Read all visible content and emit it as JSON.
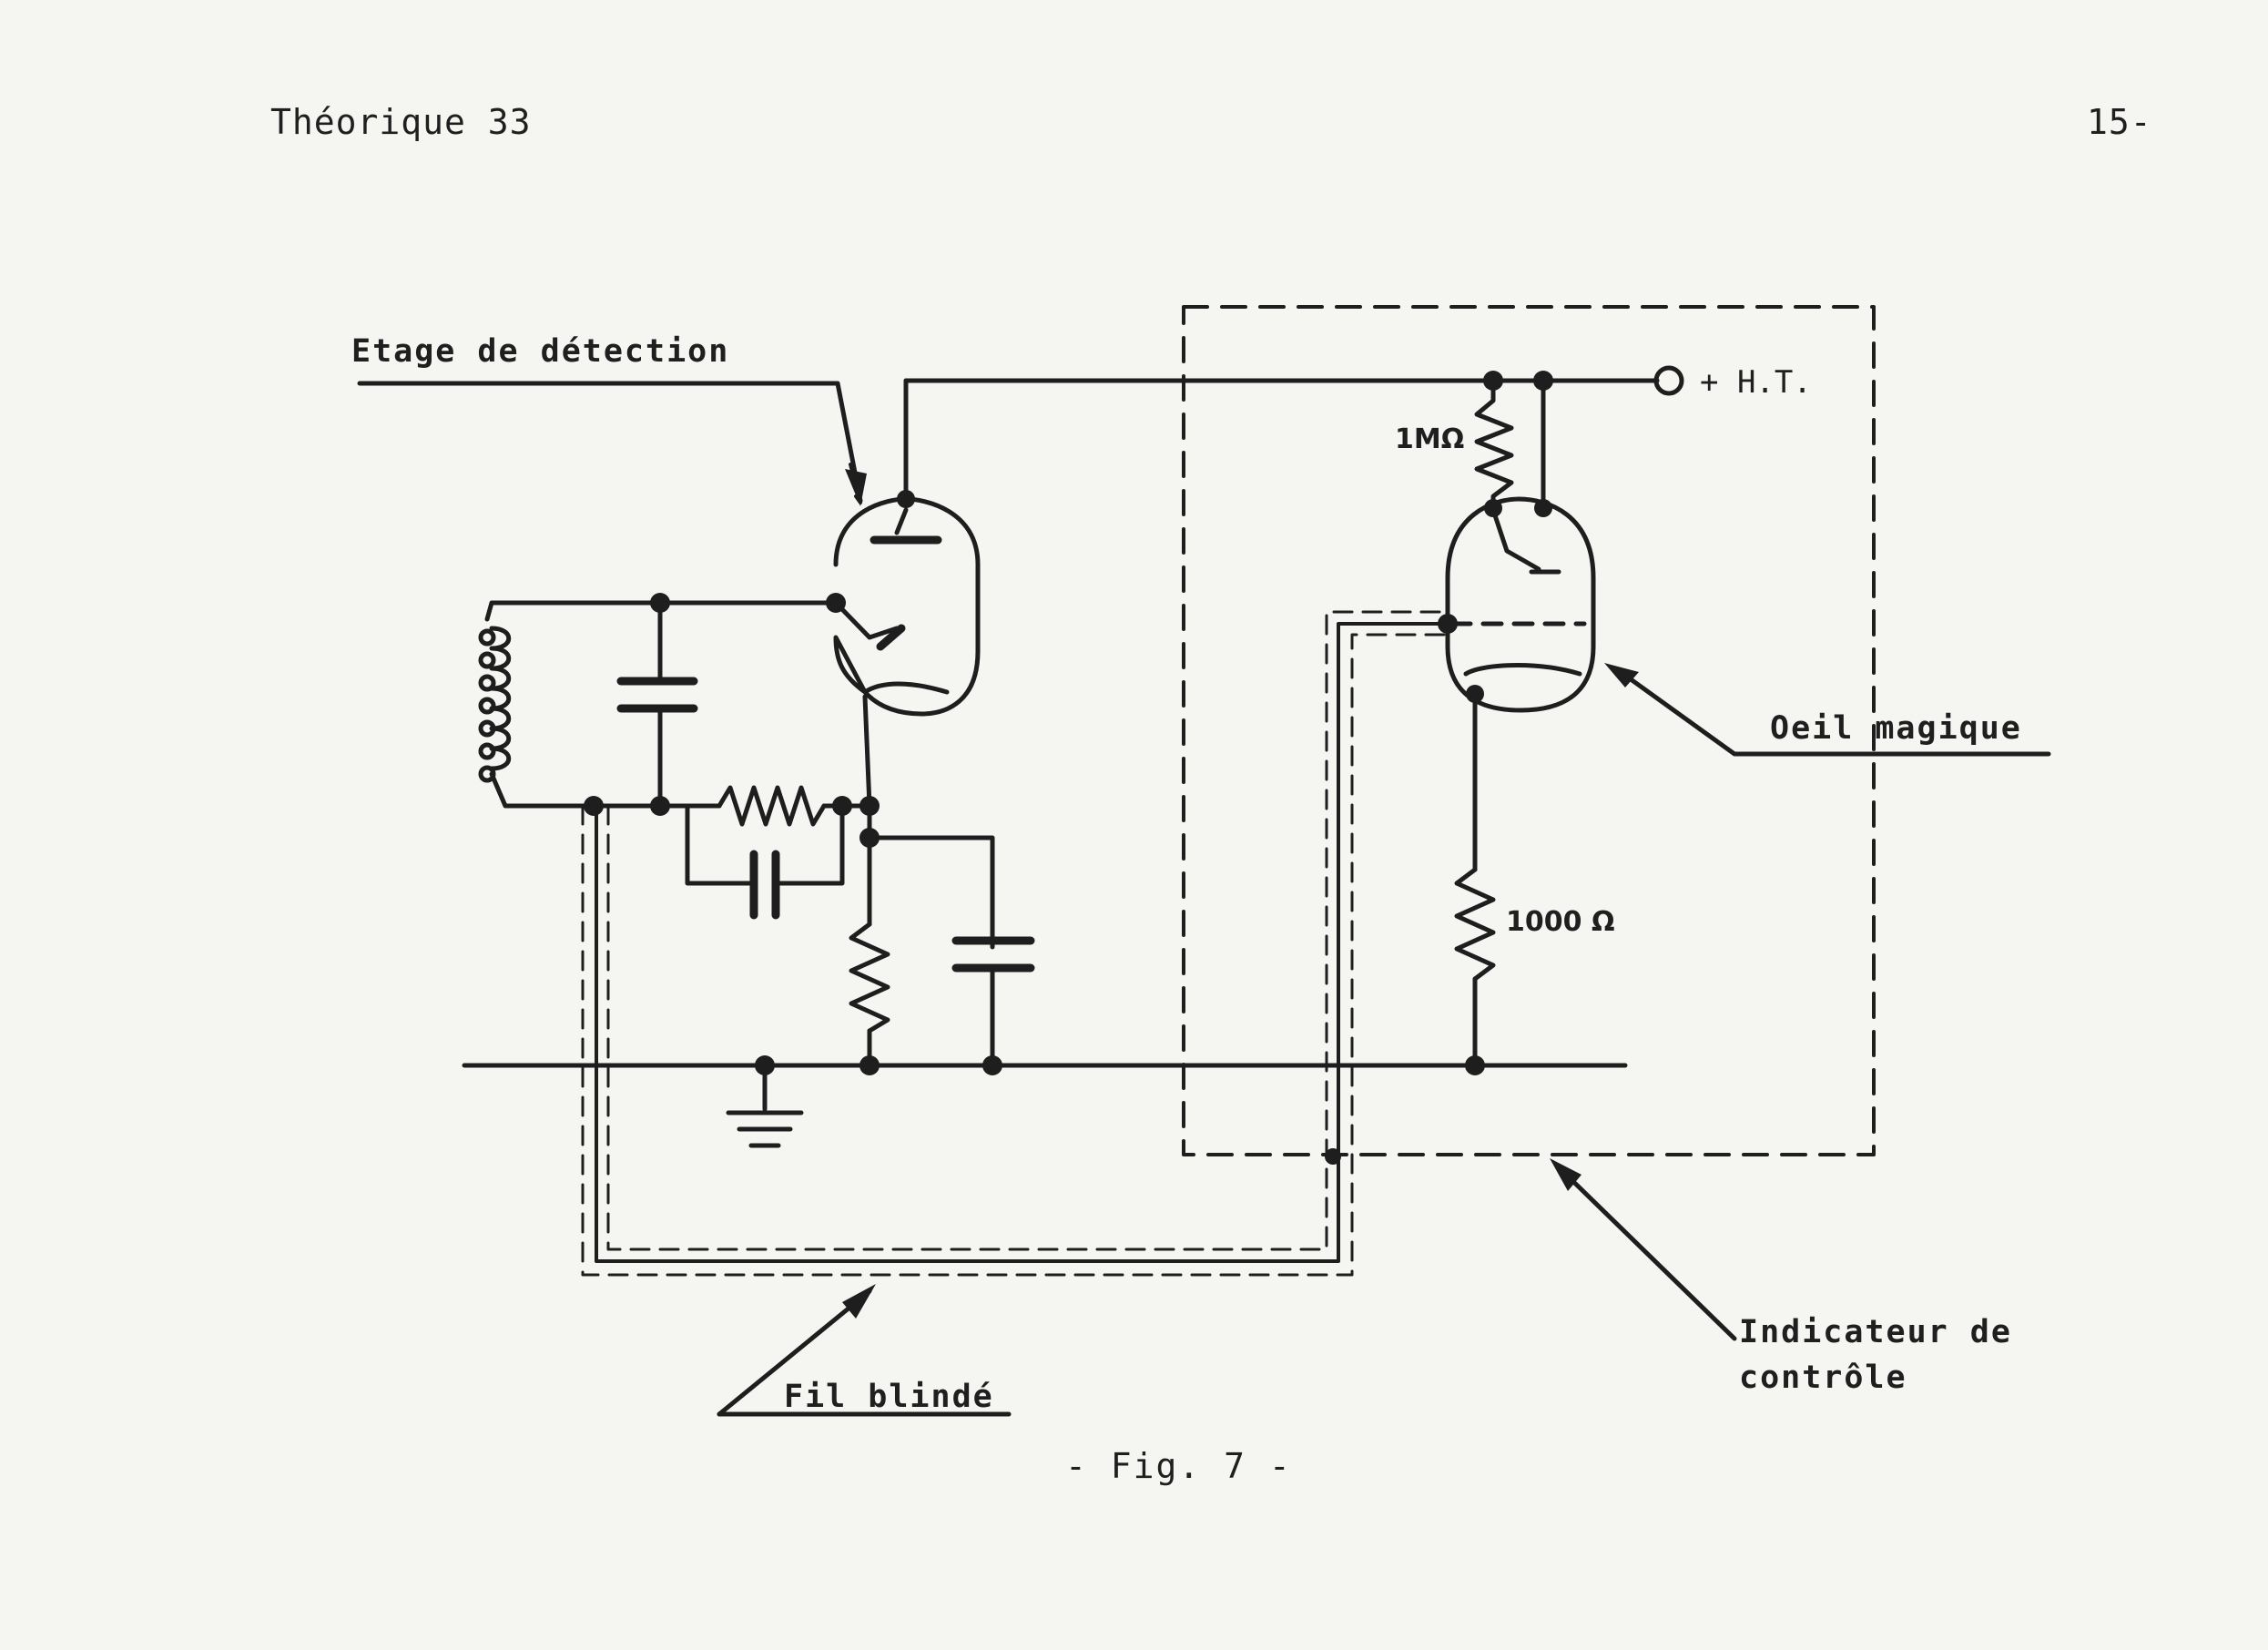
{
  "header": {
    "left": "Théorique 33",
    "right": "15-"
  },
  "labels": {
    "etage": "Etage de détection",
    "ht": "+ H.T.",
    "r_1m": "1MΩ",
    "r_1000": "1000 Ω",
    "oeil": "Oeil magique",
    "indicateur": "Indicateur de\ncontrôle",
    "fil": "Fil blindé"
  },
  "caption": "- Fig. 7 -"
}
